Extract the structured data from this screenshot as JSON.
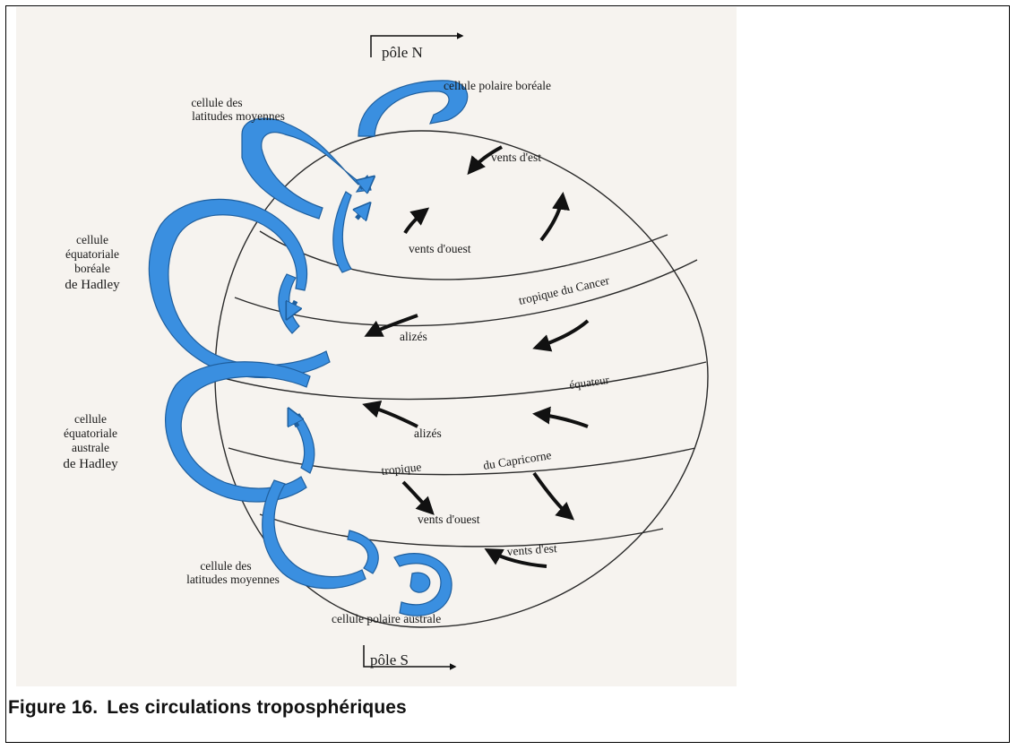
{
  "diagram": {
    "labels": {
      "pole_n": "pôle N",
      "pole_s": "pôle S",
      "cellule_polaire_boreale": "cellule polaire boréale",
      "cellule_latitudes_nord_l1": "cellule des",
      "cellule_latitudes_nord_l2": "latitudes moyennes",
      "vents_est_nord": "vents d'est",
      "vents_ouest_nord": "vents d'ouest",
      "hadley_boreale_l1": "cellule",
      "hadley_boreale_l2": "équatoriale",
      "hadley_boreale_l3": "boréale",
      "hadley_boreale_l4": "de Hadley",
      "tropique_cancer": "tropique du Cancer",
      "alizes_nord": "alizés",
      "equateur": "équateur",
      "hadley_australe_l1": "cellule",
      "hadley_australe_l2": "équatoriale",
      "hadley_australe_l3": "australe",
      "hadley_australe_l4": "de Hadley",
      "alizes_sud": "alizés",
      "tropique_capricorne_1": "tropique",
      "tropique_capricorne_2": "du Capricorne",
      "vents_ouest_sud": "vents d'ouest",
      "vents_est_sud": "vents d'est",
      "cellule_latitudes_sud_l1": "cellule des",
      "cellule_latitudes_sud_l2": "latitudes moyennes",
      "cellule_polaire_australe": "cellule polaire australe"
    },
    "colors": {
      "cell_blue": "#3a8fe0",
      "cell_outline": "#1f5f9e",
      "arrow": "#111111",
      "globe_line": "#2a2a2a"
    }
  },
  "caption": {
    "number": "Figure 16.",
    "title": "Les circulations troposphériques"
  }
}
